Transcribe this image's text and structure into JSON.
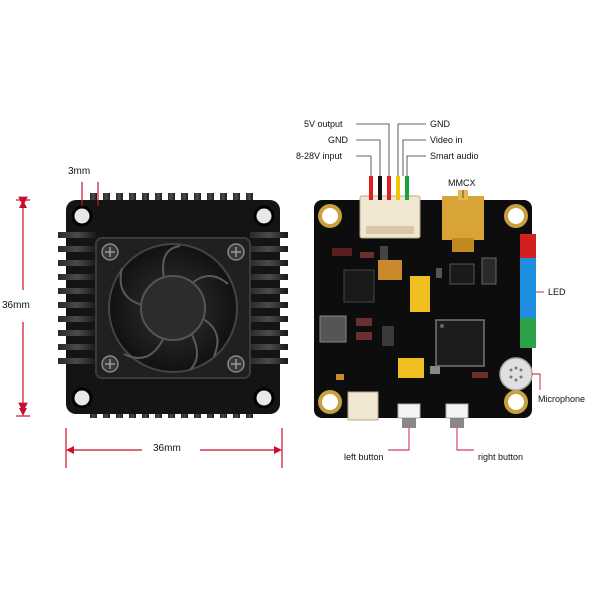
{
  "dimensions": {
    "hole_spacing": "3mm",
    "height": "36mm",
    "width": "36mm"
  },
  "wire_labels": {
    "v5_output": "5V output",
    "gnd_left": "GND",
    "input_8_28v": "8-28V input",
    "gnd_right": "GND",
    "video_in": "Video in",
    "smart_audio": "Smart audio"
  },
  "component_labels": {
    "mmcx": "MMCX",
    "led": "LED",
    "microphone": "Microphone",
    "left_button": "left button",
    "right_button": "right button"
  },
  "colors": {
    "dimension_red": "#c8102e",
    "pcb_black": "#0d0d0d",
    "heatsink": "#1a1a1a",
    "wire_red": "#e21b1b",
    "wire_yellow": "#f3c400",
    "wire_green": "#1aa33a",
    "wire_black": "#111111",
    "led_red": "#d21f1f",
    "led_blue": "#1e8fe0",
    "led_green": "#2da24a",
    "connector_gold": "#d9a437"
  }
}
